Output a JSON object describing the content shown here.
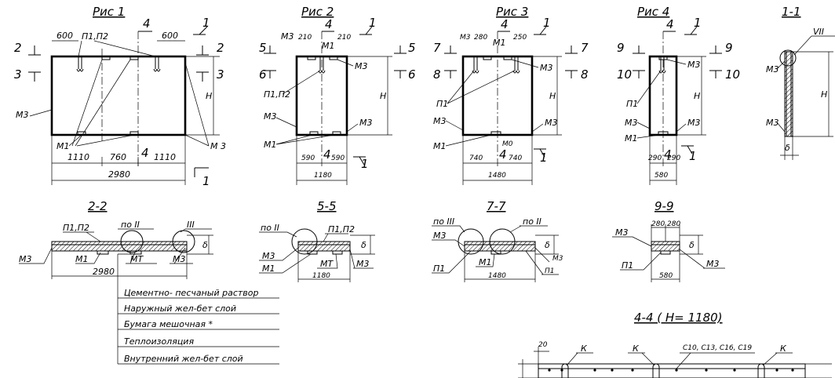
{
  "figures": {
    "fig1": {
      "title": "Рис 1",
      "dims": {
        "w1": "600",
        "w2": "600",
        "b1": "1110",
        "b2": "760",
        "b3": "1110",
        "total": "2980"
      },
      "labels": {
        "p1p2": "П1,П2",
        "m3": "М3",
        "m1": "М1",
        "m3b": "М 3",
        "h": "H"
      },
      "cuts": {
        "c2": "2",
        "c3": "3",
        "c4": "4",
        "c1": "1"
      }
    },
    "fig2": {
      "title": "Рис 2",
      "dims": {
        "d210a": "210",
        "d210b": "210",
        "b1": "590",
        "b2": "590",
        "total": "1180"
      },
      "labels": {
        "m3a": "М3",
        "m1a": "М1",
        "m3b": "М3",
        "p1p2": "П1,П2",
        "m3c": "М3",
        "m1": "М1",
        "m3d": "М3",
        "h": "H"
      },
      "cuts": {
        "c5": "5",
        "c6": "6",
        "c4": "4",
        "c1": "1"
      }
    },
    "fig3": {
      "title": "Рис 3",
      "dims": {
        "d280": "280",
        "d250": "250",
        "b1": "740",
        "b2": "740",
        "total": "1480"
      },
      "labels": {
        "m3a": "М3",
        "m1a": "М1",
        "m3b": "М3",
        "p1": "П1",
        "m3c": "М3",
        "m1": "М1",
        "m10": "М0",
        "m3d": "М3",
        "h": "H"
      },
      "cuts": {
        "c7": "7",
        "c8": "8",
        "c4": "4",
        "c1": "1"
      }
    },
    "fig4": {
      "title": "Рис 4",
      "dims": {
        "b1": "290",
        "b2": "290",
        "total": "580"
      },
      "labels": {
        "m3a": "М3",
        "p1": "П1",
        "m3b": "М3",
        "m1": "М1",
        "m3c": "М3",
        "h": "H"
      },
      "cuts": {
        "c9": "9",
        "c10": "10",
        "c4": "4",
        "c1": "1"
      }
    }
  },
  "sections": {
    "s11": {
      "title": "1-1",
      "labels": {
        "vii": "VII",
        "m3a": "М3",
        "m3b": "М3",
        "h": "H",
        "d": "δ"
      }
    },
    "s22": {
      "title": "2-2",
      "labels": {
        "p1p2": "П1,П2",
        "poII": "по II",
        "iii": "III",
        "m3": "М3",
        "m1": "М1",
        "mt": "МТ",
        "m3b": "М3",
        "d": "δ",
        "total": "2980"
      }
    },
    "s55": {
      "title": "5-5",
      "labels": {
        "poII": "по II",
        "p1p2": "П1,П2",
        "m3a": "М3",
        "m1": "М1",
        "mt": "МТ",
        "m3b": "М3",
        "d": "δ",
        "total": "1180"
      }
    },
    "s77": {
      "title": "7-7",
      "labels": {
        "poIII": "по III",
        "poII": "по II",
        "m3a": "М3",
        "p1": "П1",
        "m1": "М1",
        "m3b": "М3",
        "p1b": "П1",
        "d": "δ",
        "total": "1480"
      }
    },
    "s99": {
      "title": "9-9",
      "labels": {
        "d280a": "280",
        "d280b": "280",
        "m3a": "М3",
        "p1": "П1",
        "m3b": "М3",
        "d": "δ",
        "total": "580"
      }
    },
    "s44": {
      "title": "4-4  ( H= 1180)",
      "labels": {
        "d20": "20",
        "k1": "К",
        "k2": "К",
        "k3": "К",
        "c": "С10, С13, С16, С19"
      }
    }
  },
  "legend": [
    "Цементно- песчаный раствор",
    "Наружный жел-бет слой",
    "Бумага мешочная *",
    "Теплоизоляция",
    "Внутренний жел-бет слой"
  ]
}
